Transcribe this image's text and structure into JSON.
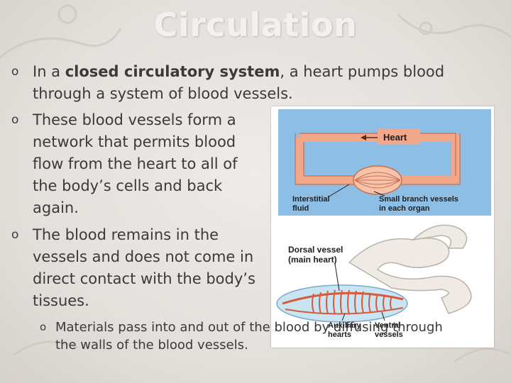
{
  "title": "Circulation",
  "bullets": [
    {
      "marker": "o",
      "prefix": "In a ",
      "bold": "closed circulatory system",
      "suffix": ", a heart pumps blood through a system of blood vessels."
    },
    {
      "marker": "o",
      "text": "These blood vessels form a network that permits blood flow from the heart to all of the body’s cells and back again."
    },
    {
      "marker": "o",
      "text": "The blood remains in the vessels and does not come in direct contact with the body’s tissues."
    }
  ],
  "sub_bullet": {
    "marker": "o",
    "text": "Materials pass into and out of the blood by diffusing through the walls of the blood vessels."
  },
  "figure": {
    "heart": "Heart",
    "interstitial": [
      "Interstitial",
      "fluid"
    ],
    "small_vessels": [
      "Small branch vessels",
      "in each organ"
    ],
    "dorsal": [
      "Dorsal vessel",
      "(main heart)"
    ],
    "auxiliary": [
      "Auxiliary",
      "hearts"
    ],
    "ventral": [
      "Ventral",
      "vessels"
    ]
  },
  "colors": {
    "title": "#f3f1ee",
    "text": "#3a3a3a",
    "panel_blue": "#8dbfe6",
    "vessel": "#f0a78a"
  }
}
